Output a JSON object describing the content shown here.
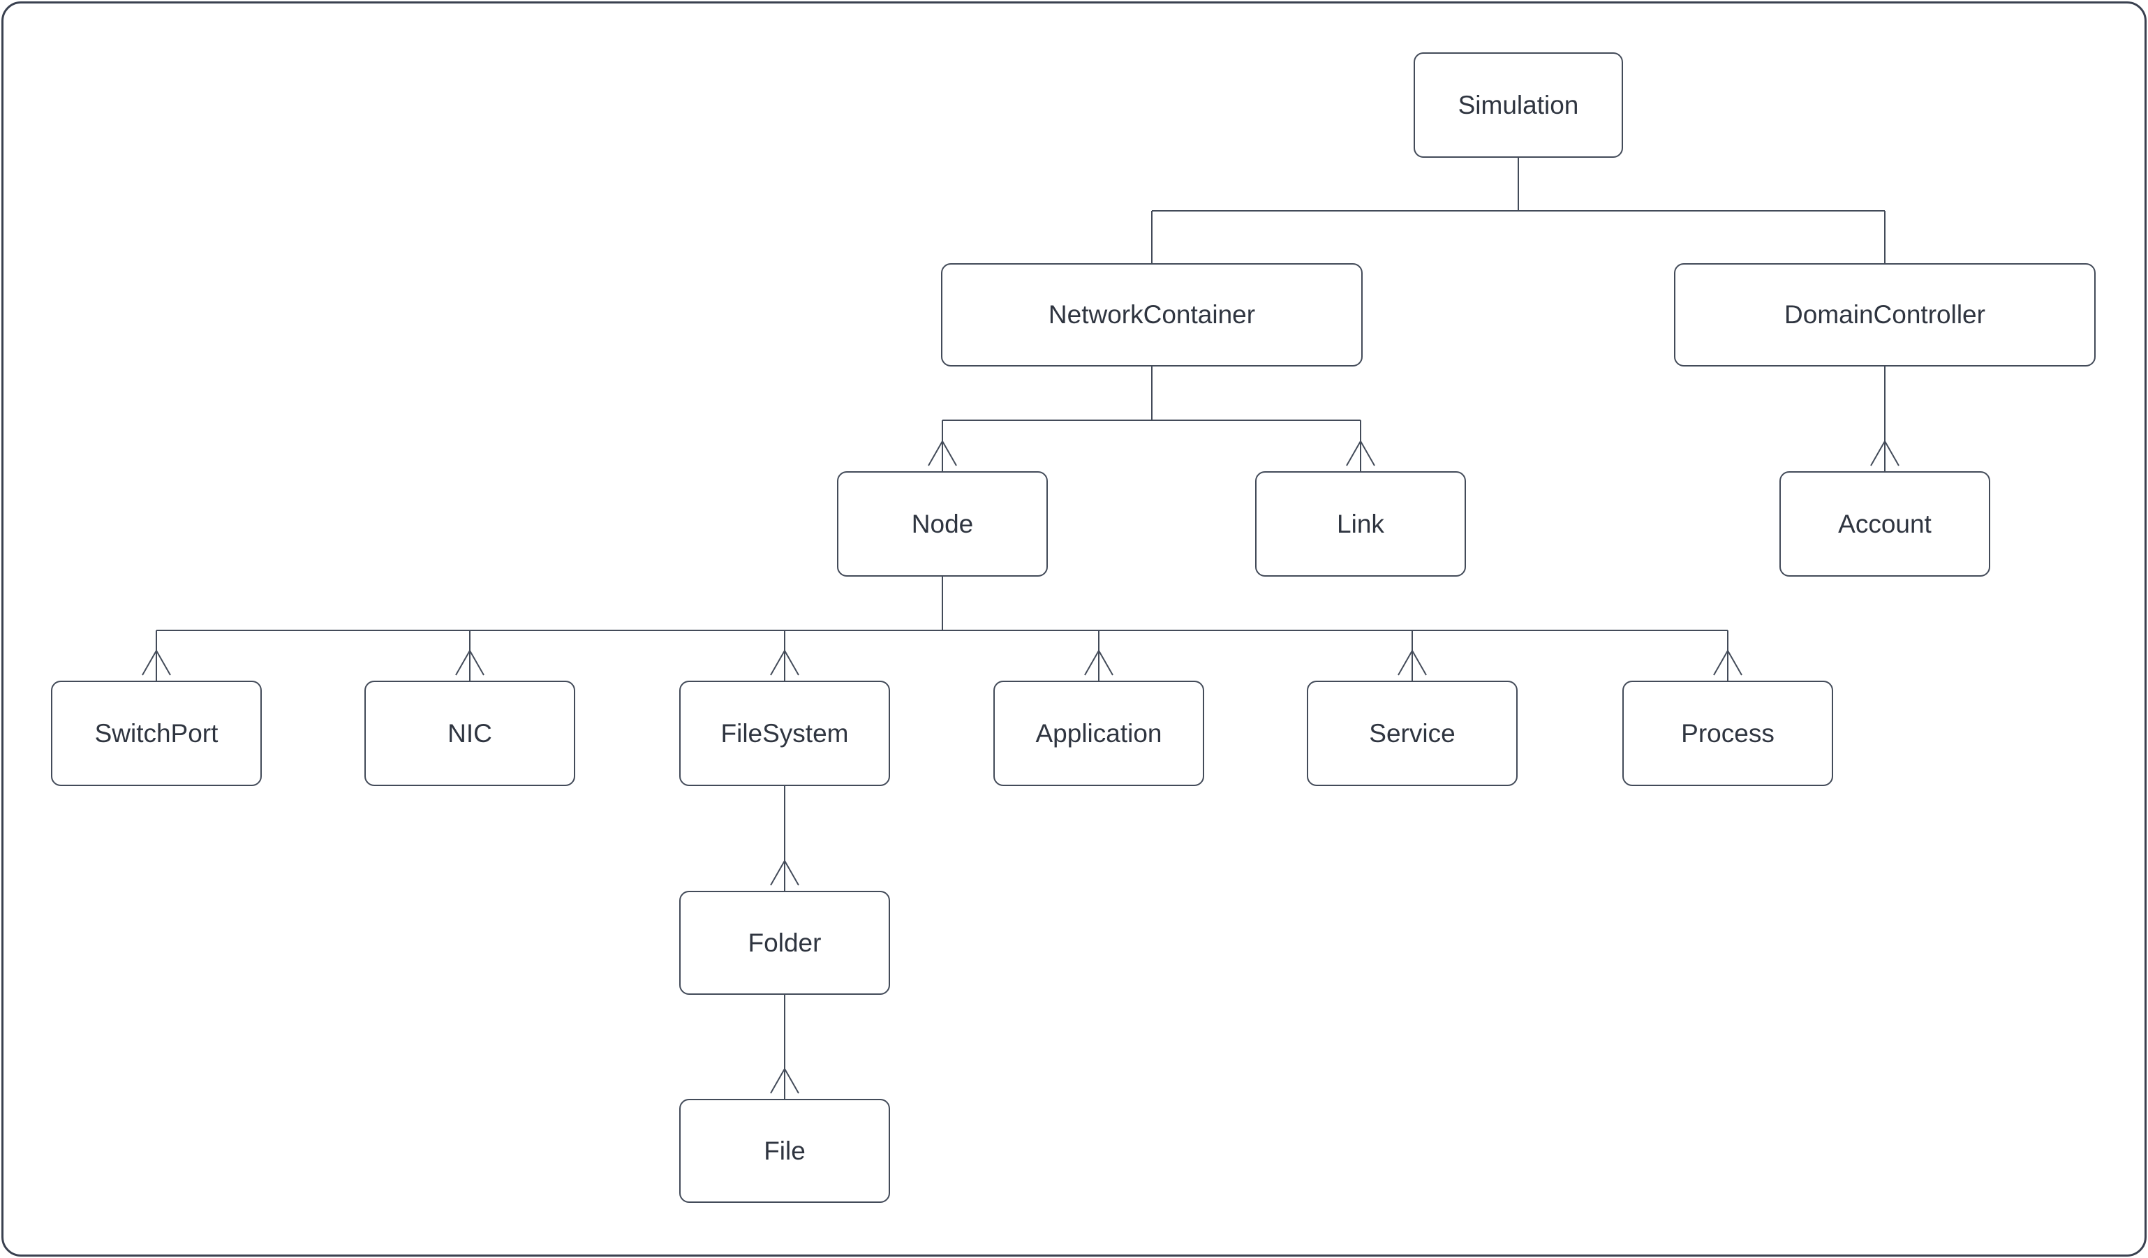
{
  "diagram": {
    "type": "tree",
    "title": "",
    "nodes": [
      {
        "id": "simulation",
        "label": "Simulation"
      },
      {
        "id": "network-container",
        "label": "NetworkContainer"
      },
      {
        "id": "domain-controller",
        "label": "DomainController"
      },
      {
        "id": "node",
        "label": "Node"
      },
      {
        "id": "link",
        "label": "Link"
      },
      {
        "id": "account",
        "label": "Account"
      },
      {
        "id": "switch-port",
        "label": "SwitchPort"
      },
      {
        "id": "nic",
        "label": "NIC"
      },
      {
        "id": "file-system",
        "label": "FileSystem"
      },
      {
        "id": "application",
        "label": "Application"
      },
      {
        "id": "service",
        "label": "Service"
      },
      {
        "id": "process",
        "label": "Process"
      },
      {
        "id": "folder",
        "label": "Folder"
      },
      {
        "id": "file",
        "label": "File"
      }
    ],
    "edges": [
      {
        "from": "simulation",
        "to": "network-container"
      },
      {
        "from": "simulation",
        "to": "domain-controller"
      },
      {
        "from": "network-container",
        "to": "node"
      },
      {
        "from": "network-container",
        "to": "link"
      },
      {
        "from": "domain-controller",
        "to": "account"
      },
      {
        "from": "node",
        "to": "switch-port"
      },
      {
        "from": "node",
        "to": "nic"
      },
      {
        "from": "node",
        "to": "file-system"
      },
      {
        "from": "node",
        "to": "application"
      },
      {
        "from": "node",
        "to": "service"
      },
      {
        "from": "node",
        "to": "process"
      },
      {
        "from": "file-system",
        "to": "folder"
      },
      {
        "from": "folder",
        "to": "file"
      }
    ],
    "edge_style": {
      "arrowhead": "open-chevron-at-child-top",
      "direction": "parent-to-child"
    },
    "colors": {
      "background": "#ffffff",
      "box_fill": "#ffffff",
      "box_border": "#434b59",
      "line": "#434b59",
      "text": "#2f3540",
      "frame_border": "#3a4150"
    }
  }
}
